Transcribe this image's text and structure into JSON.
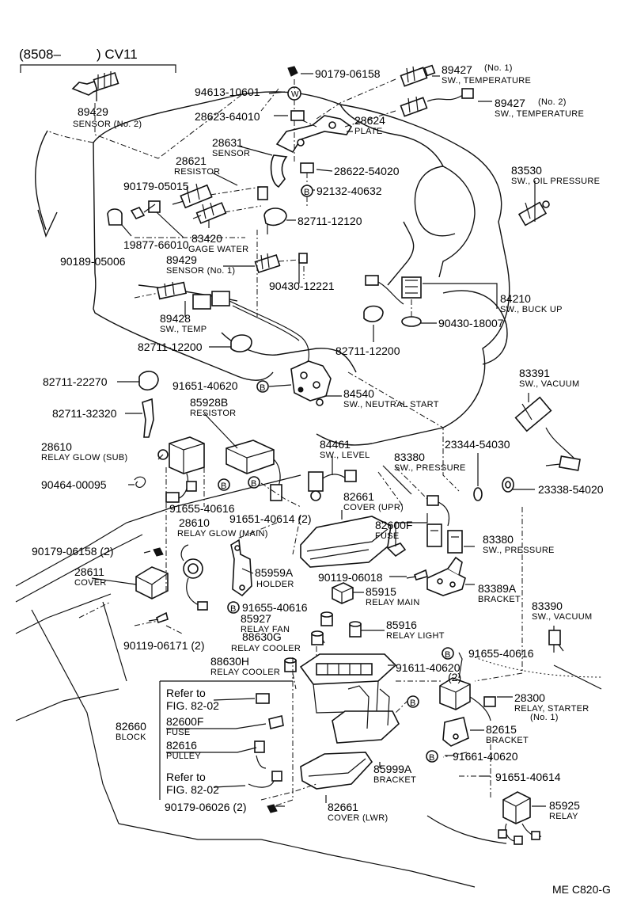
{
  "header": {
    "range": "(8508–",
    "model": ") CV11"
  },
  "footer": {
    "code": "ME  C820-G"
  },
  "callouts": {
    "p89429_top": "89429",
    "sensor_no2": "SENSOR (No. 2)",
    "p94613": "94613-10601",
    "p90179_06158a": "90179-06158",
    "p89427a": "89427",
    "p89427a_no": "(No. 1)",
    "sw_temp_a": "SW., TEMPERATURE",
    "p89427b": "89427",
    "p89427b_no": "(No. 2)",
    "sw_temp_b": "SW., TEMPERATURE",
    "p28623": "28623-64010",
    "p28624": "28624",
    "plate": "PLATE",
    "p28631": "28631",
    "sensor": "SENSOR",
    "p28621": "28621",
    "resistor": "RESISTOR",
    "p28622": "28622-54020",
    "p92132": "92132-40632",
    "p83530": "83530",
    "sw_oil": "SW., OIL PRESSURE",
    "p90179_05015": "90179-05015",
    "p82711_12120": "82711-12120",
    "p19877": "19877-66010",
    "p83420": "83420",
    "gage_water": "GAGE WATER",
    "p90189": "90189-05006",
    "p89429_mid": "89429",
    "sensor_no1": "SENSOR (No. 1)",
    "p90430_12221": "90430-12221",
    "p84210": "84210",
    "sw_buck": "SW., BUCK UP",
    "p90430_18007": "90430-18007",
    "p89428": "89428",
    "sw_temp": "SW., TEMP",
    "p82711_12200a": "82711-12200",
    "p82711_12200b": "82711-12200",
    "p82711_22270": "82711-22270",
    "p91651_40620": "91651-40620",
    "p84540": "84540",
    "sw_neutral": "SW., NEUTRAL START",
    "p83391": "83391",
    "sw_vacuum_a": "SW., VACUUM",
    "p82711_32320": "82711-32320",
    "p85928b": "85928B",
    "resistor2": "RESISTOR",
    "p28610a": "28610",
    "relay_glow_sub": "RELAY GLOW (SUB)",
    "p84461": "84461",
    "sw_level": "SW., LEVEL",
    "p23344": "23344-54030",
    "p83380a": "83380",
    "sw_pressure_a": "SW., PRESSURE",
    "p90464": "90464-00095",
    "p23338": "23338-54020",
    "p82661a": "82661",
    "cover_upr": "COVER (UPR)",
    "p91655_40616a": "91655-40616",
    "p91651_40614a": "91651-40614 (2)",
    "p28610b": "28610",
    "relay_glow_main": "RELAY GLOW (MAIN)",
    "p82600f_a": "82600F",
    "fuse_a": "FUSE",
    "p83380b": "83380",
    "sw_pressure_b": "SW., PRESSURE",
    "p90179_06158b": "90179-06158 (2)",
    "p85959a": "85959A",
    "holder": "HOLDER",
    "p90119_06018": "90119-06018",
    "p28611": "28611",
    "cover": "COVER",
    "p83389a": "83389A",
    "bracket_a": "BRACKET",
    "p85915": "85915",
    "relay_main": "RELAY MAIN",
    "p91655_40616b": "91655-40616",
    "p83390": "83390",
    "sw_vacuum_b": "SW., VACUUM",
    "p85927": "85927",
    "relay_fan": "RELAY FAN",
    "p85916": "85916",
    "relay_light": "RELAY LIGHT",
    "p90119_06171": "90119-06171 (2)",
    "p88630g": "88630G",
    "relay_cooler_a": "RELAY COOLER",
    "p91655_40616c": "91655-40616",
    "p88630h": "88630H",
    "relay_cooler_b": "RELAY COOLER",
    "p91611": "91611-40620",
    "p91611_2": "(2)",
    "p28300": "28300",
    "relay_starter": "RELAY, STARTER",
    "relay_starter_no": "(No. 1)",
    "refer1": "Refer to",
    "fig1": "FIG. 82-02",
    "p82660": "82660",
    "block": "BLOCK",
    "p82600f_b": "82600F",
    "fuse_b": "FUSE",
    "p82615": "82615",
    "bracket_b": "BRACKET",
    "p82616": "82616",
    "pulley": "PULLEY",
    "p91661": "91661-40620",
    "p85999a": "85999A",
    "bracket_c": "BRACKET",
    "refer2": "Refer to",
    "fig2": "FIG. 82-02",
    "p91651_40614b": "91651-40614",
    "p85925": "85925",
    "relay": "RELAY",
    "p90179_06026": "90179-06026 (2)",
    "p82661b": "82661",
    "cover_lwr": "COVER (LWR)"
  },
  "markers": {
    "b": "B",
    "w": "W"
  }
}
